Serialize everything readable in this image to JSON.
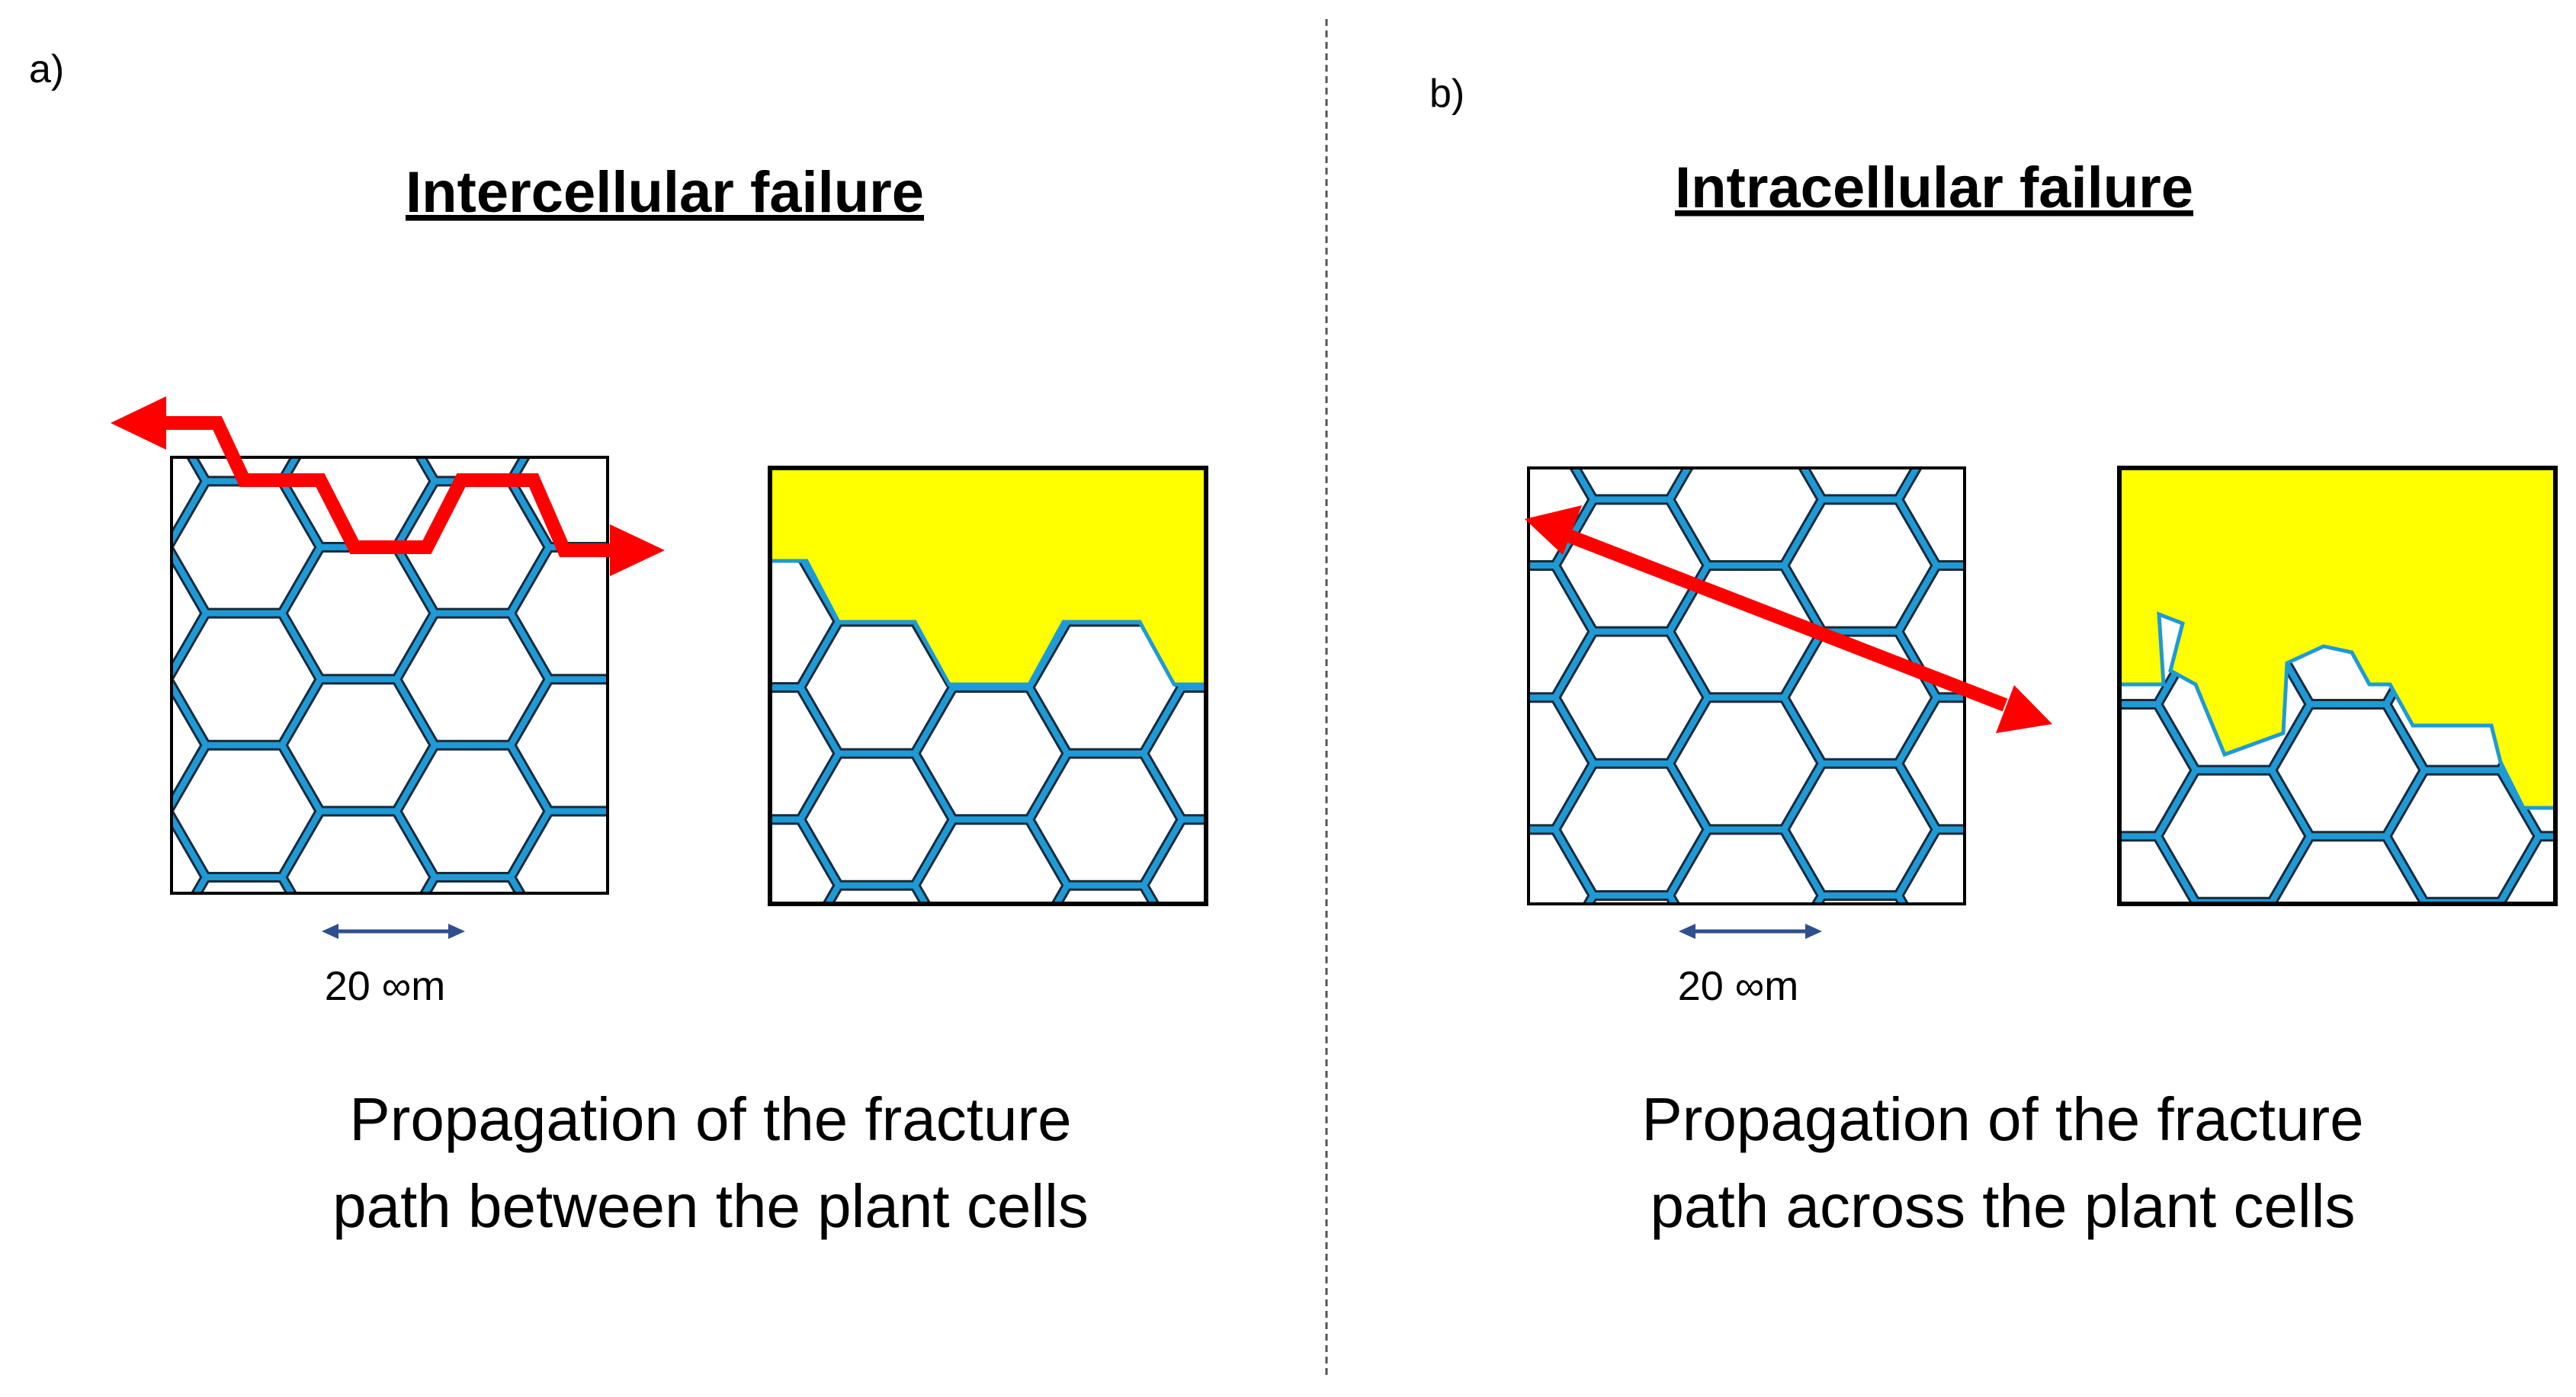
{
  "colors": {
    "background": "#ffffff",
    "cell_wall": "#1e9ad6",
    "cell_wall_outline": "#1a2a3a",
    "fracture_arrow": "#ff0000",
    "separated_region": "#ffff00",
    "scale_arrow": "#2f4f8f",
    "divider": "#555555"
  },
  "panels": [
    {
      "label": "a)",
      "title": "Intercellular failure",
      "scale_label": "20 ∞m",
      "caption_line1": "Propagation of the fracture",
      "caption_line2": "path between the plant cells"
    },
    {
      "label": "b)",
      "title": "Intracellular failure",
      "scale_label": "20 ∞m",
      "caption_line1": "Propagation of the fracture",
      "caption_line2": "path across the plant cells"
    }
  ]
}
